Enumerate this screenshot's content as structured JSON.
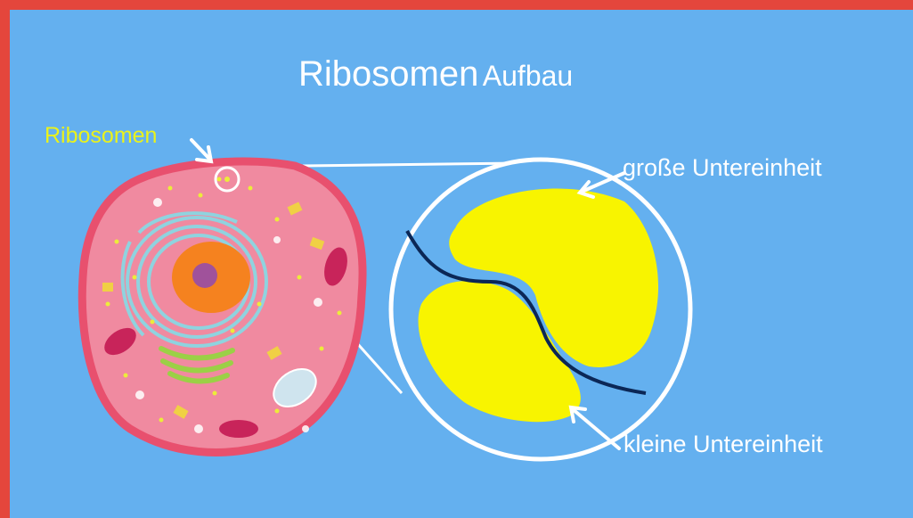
{
  "title": {
    "main": "Ribosomen",
    "sub": "Aufbau"
  },
  "labels": {
    "ribosomes": "Ribosomen",
    "large_subunit": "große Untereinheit",
    "small_subunit": "kleine Untereinheit"
  },
  "colors": {
    "background": "#64b0ef",
    "frame": "#e4463c",
    "cell_membrane": "#e8506e",
    "cytoplasm": "#f08aa0",
    "nucleus": "#f5821f",
    "nucleolus": "#a0529b",
    "endoplasmic_reticulum": "#8fd3df",
    "golgi": "#9bd046",
    "mitochondria": "#c8245a",
    "vacuole": "#cfe4ee",
    "subunit_fill": "#f8f400",
    "mrna": "#0b2756",
    "ribosome_label": "#eaf21b"
  }
}
